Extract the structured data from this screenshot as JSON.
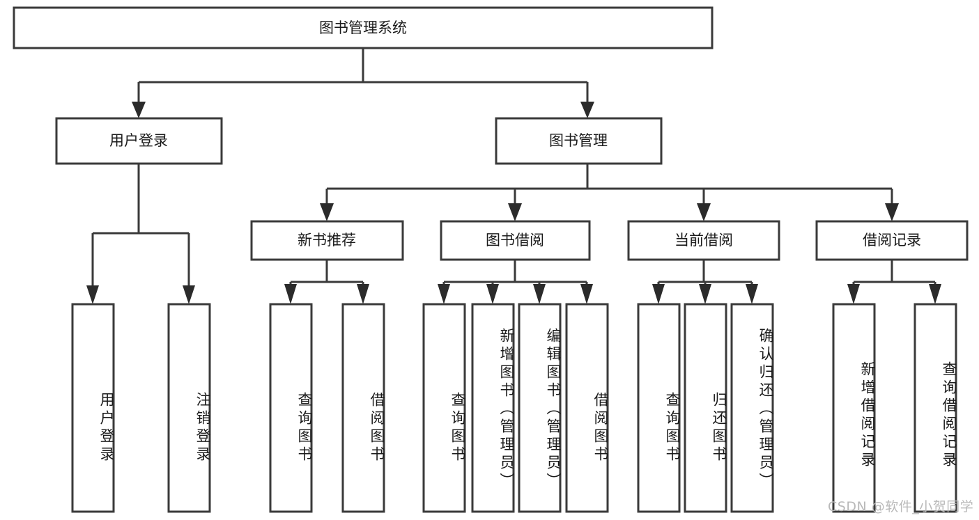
{
  "diagram": {
    "type": "tree-hierarchy",
    "title_node": {
      "label": "图书管理系统"
    },
    "level2": [
      {
        "label": "用户登录"
      },
      {
        "label": "图书管理"
      }
    ],
    "level3": [
      {
        "label": "新书推荐"
      },
      {
        "label": "图书借阅"
      },
      {
        "label": "当前借阅"
      },
      {
        "label": "借阅记录"
      }
    ],
    "leaves": {
      "user_login": [
        {
          "label": "用户登录"
        },
        {
          "label": "注销登录"
        }
      ],
      "new_book_recommend": [
        {
          "label": "查询图书"
        },
        {
          "label": "借阅图书"
        }
      ],
      "book_borrow": [
        {
          "label": "查询图书"
        },
        {
          "label": "新增图书（管理员）"
        },
        {
          "label": "编辑图书（管理员）"
        },
        {
          "label": "借阅图书"
        }
      ],
      "current_borrow": [
        {
          "label": "查询图书"
        },
        {
          "label": "归还图书"
        },
        {
          "label": "确认归还（管理员）"
        }
      ],
      "borrow_record": [
        {
          "label": "新增借阅记录"
        },
        {
          "label": "查询借阅记录"
        }
      ]
    }
  },
  "watermark": {
    "text": "CSDN @软件_小贺同学"
  },
  "colors": {
    "stroke": "#3a3a3a",
    "arrow": "#2b2b2b",
    "text": "#1a1a1a",
    "background": "#ffffff",
    "watermark": "#b9b9b9"
  }
}
